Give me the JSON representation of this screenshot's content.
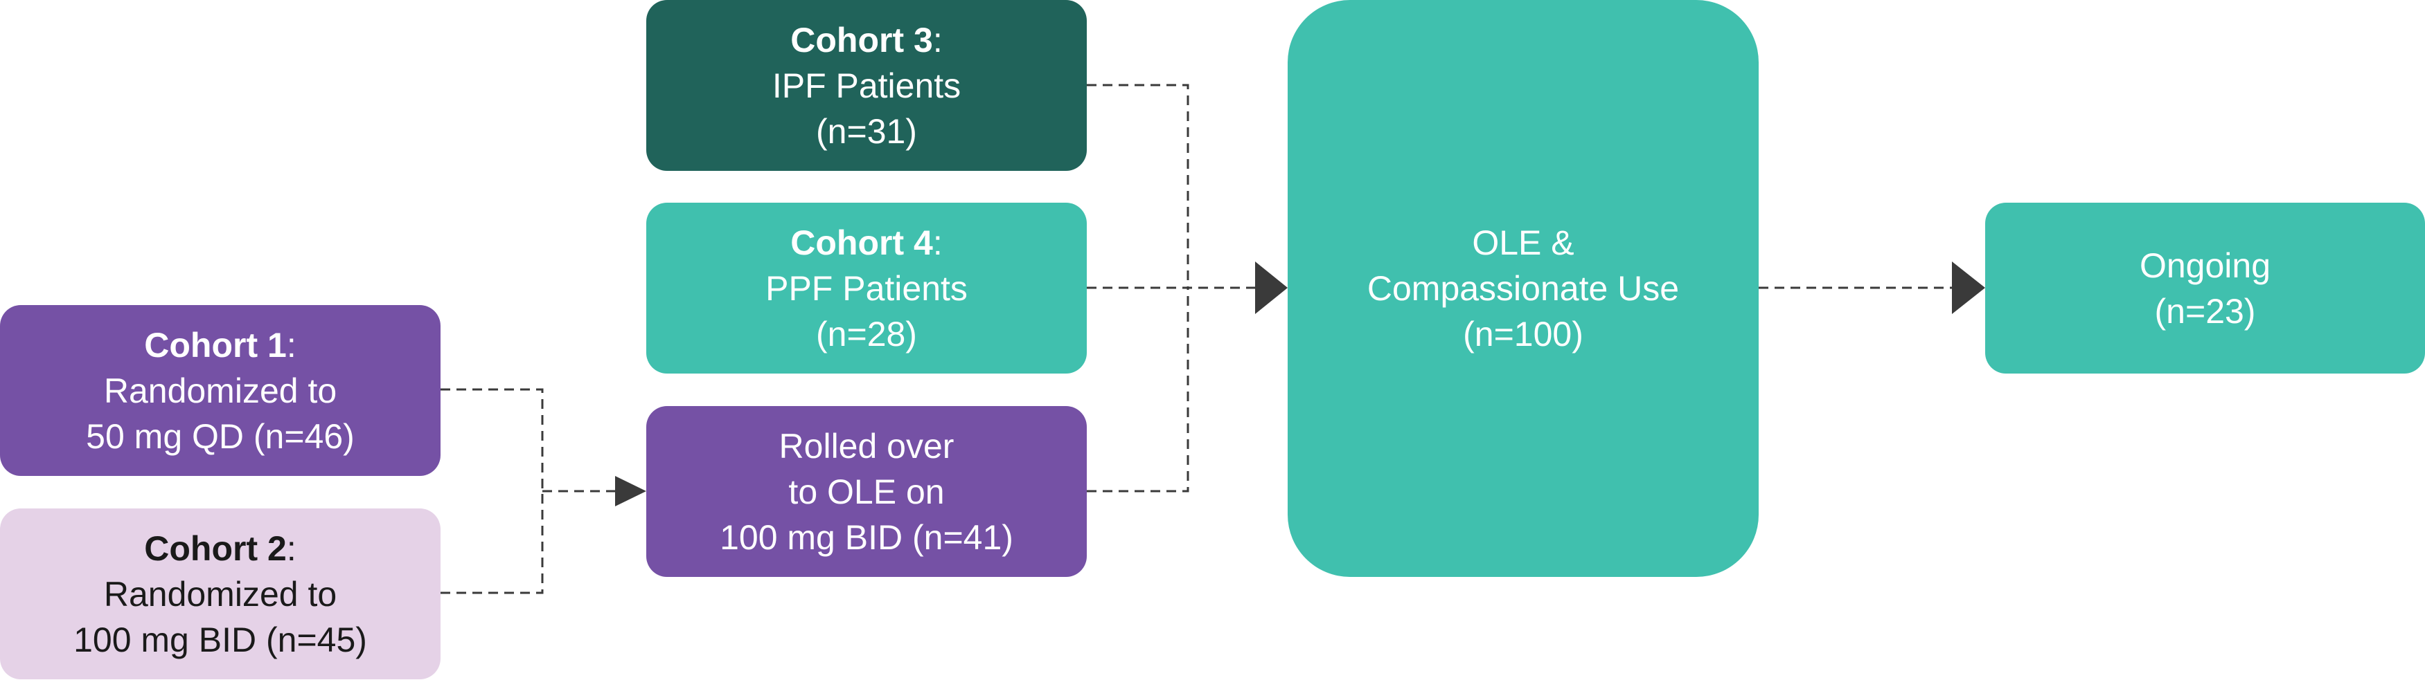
{
  "colors": {
    "purple": "#7551a5",
    "lilac": "#e5d2e7",
    "dark_teal": "#20635a",
    "teal": "#40c0ae",
    "connector": "#3a3a3a"
  },
  "cohort1": {
    "title": "Cohort 1",
    "lines": [
      "Randomized to",
      "50 mg QD (n=46)"
    ]
  },
  "cohort2": {
    "title": "Cohort 2",
    "lines": [
      "Randomized to",
      "100 mg BID (n=45)"
    ]
  },
  "cohort3": {
    "title": "Cohort 3",
    "lines": [
      "IPF Patients",
      "(n=31)"
    ]
  },
  "cohort4": {
    "title": "Cohort 4",
    "lines": [
      "PPF Patients",
      "(n=28)"
    ]
  },
  "rolled_over": {
    "lines": [
      "Rolled over",
      "to OLE on",
      "100 mg BID (n=41)"
    ]
  },
  "ole": {
    "lines": [
      "OLE &",
      "Compassionate Use",
      "(n=100)"
    ]
  },
  "ongoing": {
    "lines": [
      "Ongoing",
      "(n=23)"
    ]
  }
}
